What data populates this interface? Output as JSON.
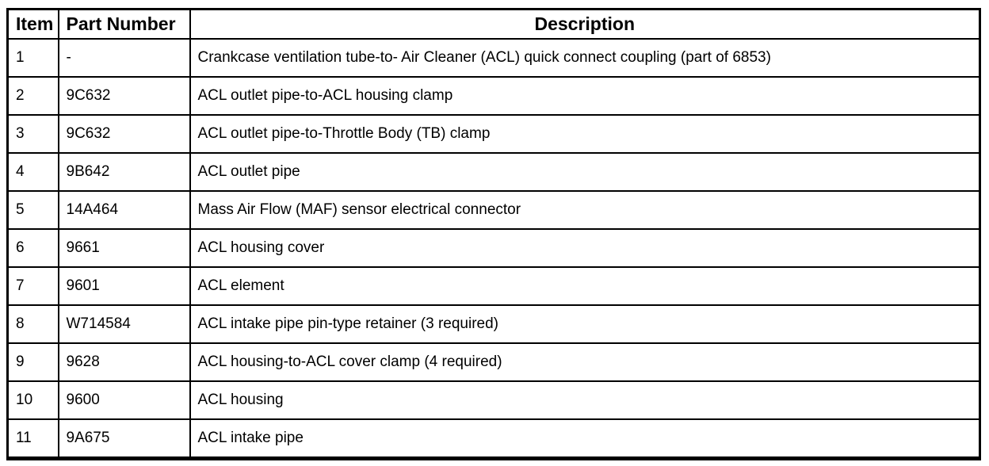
{
  "table": {
    "columns": [
      "Item",
      "Part Number",
      "Description"
    ],
    "rows": [
      {
        "item": "1",
        "part_number": "-",
        "description": "Crankcase ventilation tube-to- Air Cleaner (ACL) quick connect coupling (part of 6853)"
      },
      {
        "item": "2",
        "part_number": "9C632",
        "description": "ACL outlet pipe-to-ACL housing clamp"
      },
      {
        "item": "3",
        "part_number": "9C632",
        "description": "ACL outlet pipe-to-Throttle Body (TB) clamp"
      },
      {
        "item": "4",
        "part_number": "9B642",
        "description": "ACL outlet pipe"
      },
      {
        "item": "5",
        "part_number": "14A464",
        "description": "Mass Air Flow (MAF) sensor electrical connector"
      },
      {
        "item": "6",
        "part_number": "9661",
        "description": "ACL housing cover"
      },
      {
        "item": "7",
        "part_number": "9601",
        "description": "ACL element"
      },
      {
        "item": "8",
        "part_number": "W714584",
        "description": "ACL intake pipe pin-type retainer (3 required)"
      },
      {
        "item": "9",
        "part_number": "9628",
        "description": "ACL housing-to-ACL cover clamp (4 required)"
      },
      {
        "item": "10",
        "part_number": "9600",
        "description": "ACL housing"
      },
      {
        "item": "11",
        "part_number": "9A675",
        "description": "ACL intake pipe"
      }
    ]
  },
  "colors": {
    "border": "#000000",
    "background": "#ffffff",
    "text": "#000000"
  }
}
